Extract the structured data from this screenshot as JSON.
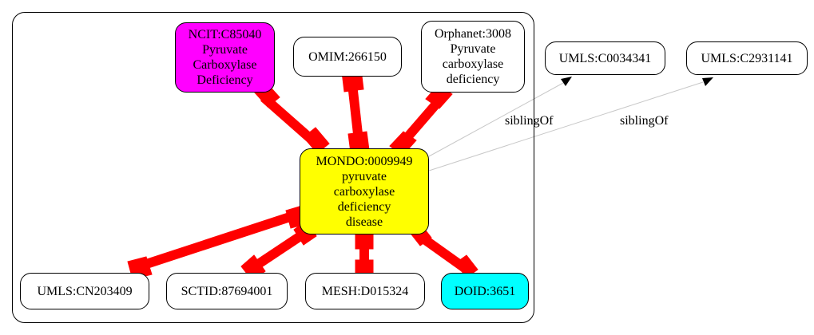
{
  "diagram": {
    "nodes": {
      "mondo": {
        "lines": [
          "MONDO:0009949",
          "pyruvate",
          "carboxylase",
          "deficiency",
          "disease"
        ],
        "fill": "#ffff00"
      },
      "ncit": {
        "lines": [
          "NCIT:C85040",
          "Pyruvate",
          "Carboxylase",
          "Deficiency"
        ],
        "fill": "#ff00ff"
      },
      "omim": {
        "lines": [
          "OMIM:266150"
        ],
        "fill": "#ffffff"
      },
      "orphanet": {
        "lines": [
          "Orphanet:3008",
          "Pyruvate",
          "carboxylase",
          "deficiency"
        ],
        "fill": "#ffffff"
      },
      "umls_c0034341": {
        "lines": [
          "UMLS:C0034341"
        ],
        "fill": "#ffffff"
      },
      "umls_c2931141": {
        "lines": [
          "UMLS:C2931141"
        ],
        "fill": "#ffffff"
      },
      "umls_cn203409": {
        "lines": [
          "UMLS:CN203409"
        ],
        "fill": "#ffffff"
      },
      "sctid": {
        "lines": [
          "SCTID:87694001"
        ],
        "fill": "#ffffff"
      },
      "mesh": {
        "lines": [
          "MESH:D015324"
        ],
        "fill": "#ffffff"
      },
      "doid": {
        "lines": [
          "DOID:3651"
        ],
        "fill": "#00ffff"
      }
    },
    "edges": {
      "sibling1": {
        "label": "siblingOf"
      },
      "sibling2": {
        "label": "siblingOf"
      }
    },
    "colors": {
      "equivalent_edge": "#ff0000",
      "sibling_edge": "#c8c8c8",
      "border": "#000000"
    }
  }
}
